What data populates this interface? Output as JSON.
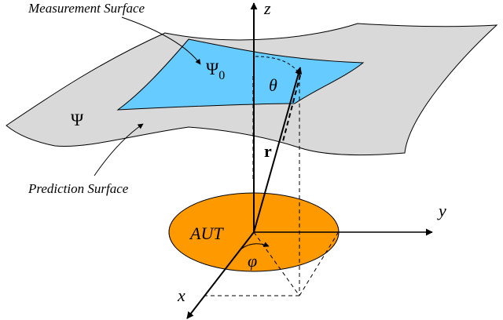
{
  "labels": {
    "measurement_surface": "Measurement Surface",
    "prediction_surface": "Prediction Surface",
    "psi": "Ψ",
    "psi0_symbol": "Ψ",
    "psi0_subscript": "0",
    "theta": "θ",
    "r": "r",
    "z": "z",
    "y": "y",
    "x": "x",
    "phi": "φ",
    "aut": "AUT"
  },
  "colors": {
    "prediction_surface_fill": "#d9d9d9",
    "measurement_surface_fill": "#66ccff",
    "aut_fill": "#ff9900",
    "stroke": "#000000"
  }
}
